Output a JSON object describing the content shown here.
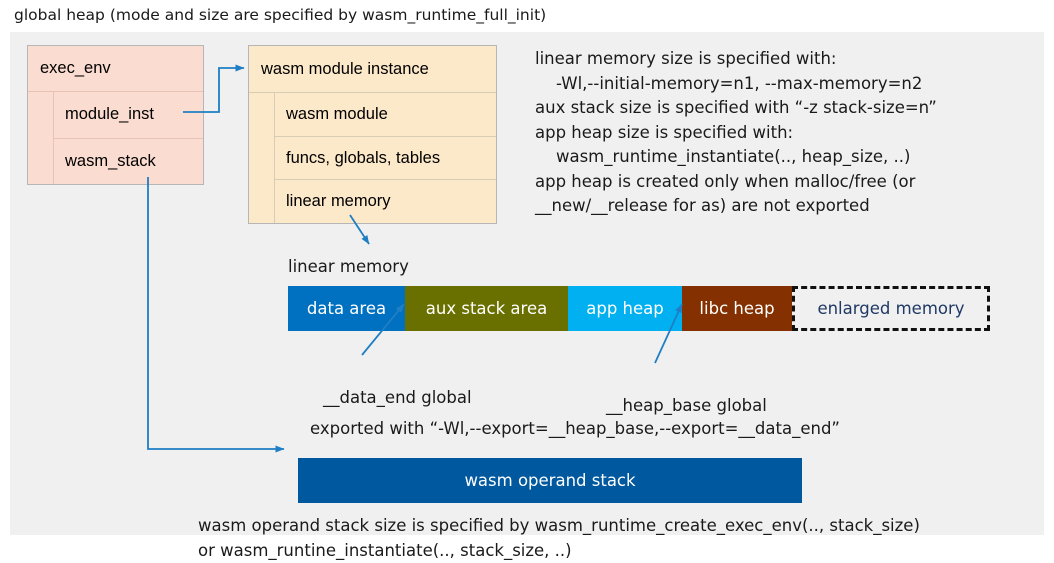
{
  "title": "global heap (mode and size are specified by wasm_runtime_full_init)",
  "colors": {
    "canvas": "#f0f0f0",
    "exec_env_fill": "#fbdcd0",
    "module_instance_fill": "#fce9c9",
    "data_area": "#0070c0",
    "aux_stack_area": "#6a7000",
    "app_heap": "#00b0f0",
    "libc_heap": "#843000",
    "enlarged_memory_border": "#111111",
    "enlarged_memory_text": "#1f3864",
    "operand_stack": "#00589f",
    "connector": "#1f7ec4"
  },
  "exec_env": {
    "header": "exec_env",
    "fields": [
      "module_inst",
      "wasm_stack"
    ]
  },
  "module_instance": {
    "header": "wasm module instance",
    "fields": [
      "wasm module",
      "funcs, globals, tables",
      "linear memory"
    ]
  },
  "runtime_note": "linear memory size is specified with:\n    -Wl,--initial-memory=n1, --max-memory=n2\naux stack size is specified with “-z stack-size=n”\napp heap size is specified with:\n    wasm_runtime_instantiate(.., heap_size, ..)\napp heap is created only when malloc/free (or\n__new/__release for as) are not exported",
  "linear_memory": {
    "label": "linear memory",
    "segments": [
      {
        "name": "data area",
        "fill": "#0070c0",
        "text": "#ffffff",
        "width": 117,
        "style": "solid"
      },
      {
        "name": "aux stack area",
        "fill": "#6a7000",
        "text": "#ffffff",
        "width": 163,
        "style": "solid"
      },
      {
        "name": "app heap",
        "fill": "#00b0f0",
        "text": "#ffffff",
        "width": 114,
        "style": "solid"
      },
      {
        "name": "libc heap",
        "fill": "#843000",
        "text": "#ffffff",
        "width": 110,
        "style": "solid"
      },
      {
        "name": "enlarged memory",
        "fill": "#f0f0f0",
        "text": "#1f3864",
        "width": 198,
        "style": "dashed"
      }
    ]
  },
  "annotations": {
    "data_end": "__data_end global",
    "heap_base": "__heap_base global",
    "export_flags": "exported with “-Wl,--export=__heap_base,--export=__data_end”"
  },
  "operand_stack": {
    "label": "wasm operand stack",
    "note": "wasm operand stack size is specified by wasm_runtime_create_exec_env(.., stack_size)\nor wasm_runtine_instantiate(.., stack_size, ..)"
  }
}
